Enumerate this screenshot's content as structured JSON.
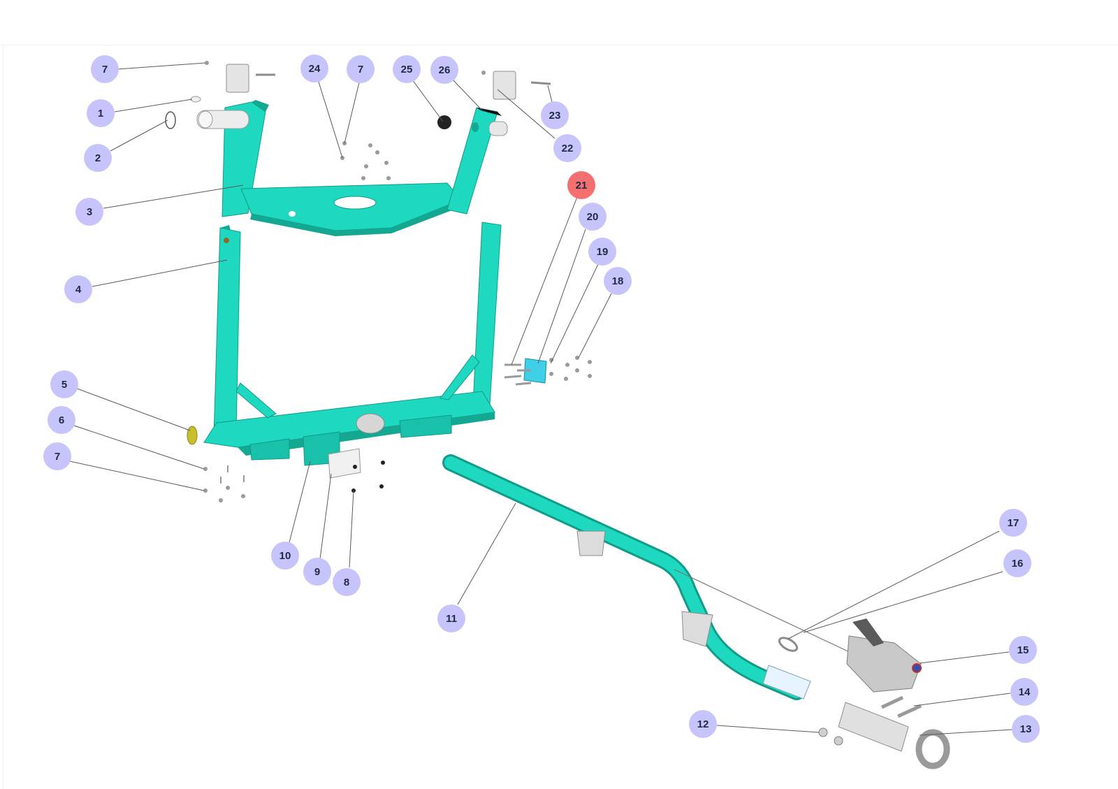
{
  "colors": {
    "frame": "#1ed8bf",
    "frame_dark": "#14a893",
    "frame_shade": "#19c0aa",
    "callout_fill": "#c7c4fb",
    "callout_selected": "#f46f6f",
    "callout_text": "#1f2a44",
    "hardware": "#bfbfbf",
    "reflector": "#c9bf2a"
  },
  "callouts": [
    {
      "label": "7"
    },
    {
      "label": "1"
    },
    {
      "label": "2"
    },
    {
      "label": "3"
    },
    {
      "label": "4"
    },
    {
      "label": "24"
    },
    {
      "label": "7"
    },
    {
      "label": "25"
    },
    {
      "label": "26"
    },
    {
      "label": "23"
    },
    {
      "label": "22"
    },
    {
      "label": "21",
      "selected": true
    },
    {
      "label": "20"
    },
    {
      "label": "19"
    },
    {
      "label": "18"
    },
    {
      "label": "5"
    },
    {
      "label": "6"
    },
    {
      "label": "7"
    },
    {
      "label": "10"
    },
    {
      "label": "9"
    },
    {
      "label": "8"
    },
    {
      "label": "11"
    },
    {
      "label": "17"
    },
    {
      "label": "16"
    },
    {
      "label": "15"
    },
    {
      "label": "14"
    },
    {
      "label": "12"
    },
    {
      "label": "13"
    }
  ]
}
